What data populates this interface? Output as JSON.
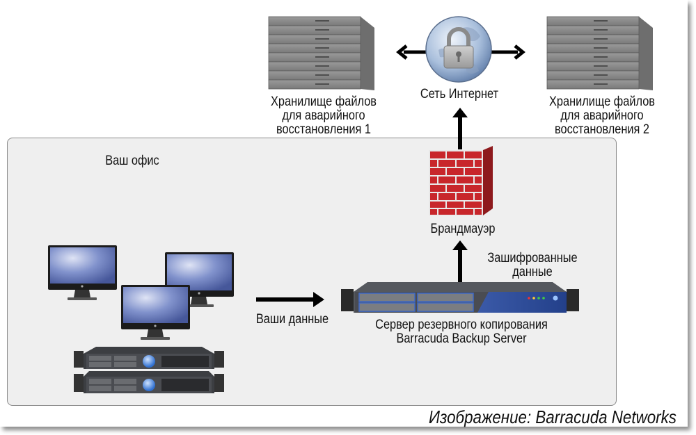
{
  "diagram": {
    "nodes": {
      "storage_1": {
        "label_lines": [
          "Хранилище файлов",
          "для аварийного",
          "восстановления 1"
        ]
      },
      "internet": {
        "label": "Сеть Интернет"
      },
      "storage_2": {
        "label_lines": [
          "Хранилище файлов",
          "для аварийного",
          "восстановления 2"
        ]
      },
      "firewall": {
        "label": "Брандмауэр"
      },
      "office": {
        "label": "Ваш офис"
      },
      "backup_server": {
        "label_lines": [
          "Сервер резервного копирования",
          "Barracuda Backup Server"
        ]
      }
    },
    "edges": {
      "office_to_server": {
        "label": "Ваши данные"
      },
      "server_to_firewall": {
        "label_lines": [
          "Зашифрованные",
          "данные"
        ]
      }
    },
    "caption": "Изображение: Barracuda Networks",
    "colors": {
      "office_bg": "#efefef",
      "firewall_red": "#c8262b",
      "screen_blue": "#5a6fb0",
      "globe_blue": "#9fb7d8",
      "server_accent": "#2e4d9a"
    }
  }
}
